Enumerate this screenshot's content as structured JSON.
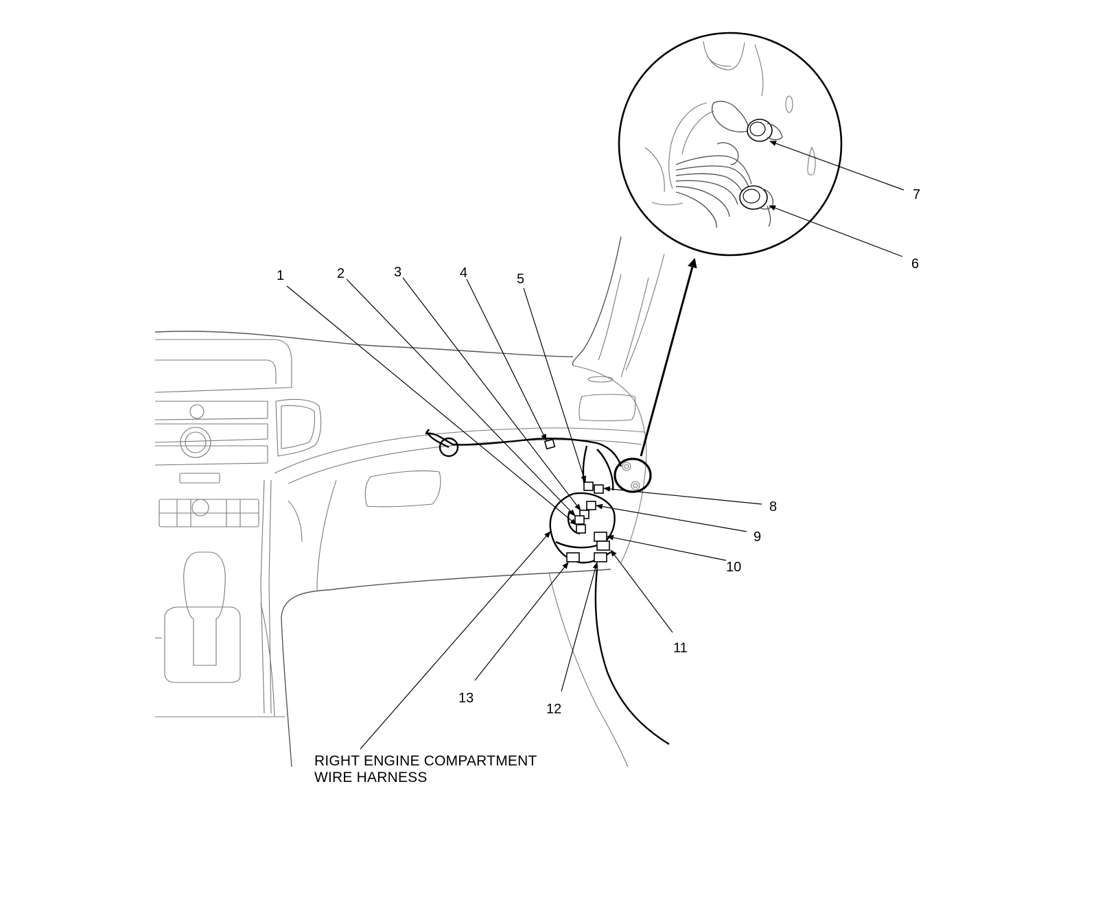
{
  "diagram": {
    "callouts": [
      {
        "id": "c1",
        "label": "1"
      },
      {
        "id": "c2",
        "label": "2"
      },
      {
        "id": "c3",
        "label": "3"
      },
      {
        "id": "c4",
        "label": "4"
      },
      {
        "id": "c5",
        "label": "5"
      },
      {
        "id": "c6",
        "label": "6"
      },
      {
        "id": "c7",
        "label": "7"
      },
      {
        "id": "c8",
        "label": "8"
      },
      {
        "id": "c9",
        "label": "9"
      },
      {
        "id": "c10",
        "label": "10"
      },
      {
        "id": "c11",
        "label": "11"
      },
      {
        "id": "c12",
        "label": "12"
      },
      {
        "id": "c13",
        "label": "13"
      }
    ],
    "harness_label": {
      "line1": "RIGHT ENGINE COMPARTMENT",
      "line2": "WIRE HARNESS"
    }
  }
}
